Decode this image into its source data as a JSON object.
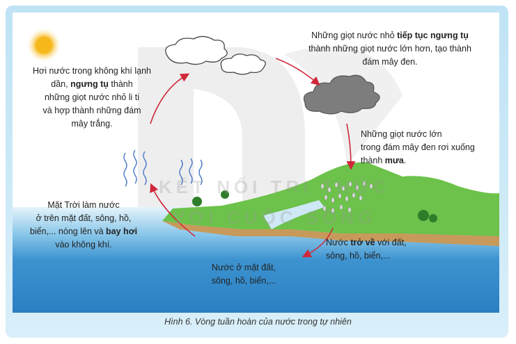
{
  "labels": {
    "condensation": [
      "Hơi nước trong không khí lạnh",
      "dần, ",
      "ngưng tụ",
      " thành",
      "những giọt nước nhỏ li ti",
      "và hợp thành những đám",
      "mây trắng."
    ],
    "dark_cloud": [
      "Những giọt nước nhỏ ",
      "tiếp tục ngưng tụ",
      "thành những giọt nước lớn hơn, tạo thành",
      "đám mây đen."
    ],
    "rain": [
      "Những giọt nước lớn",
      "trong đám mây đen rơi xuống",
      "thành ",
      "mưa",
      "."
    ],
    "evaporation": [
      "Mặt Trời làm nước",
      "ở trên mặt đất, sông, hồ,",
      "biển,... nóng lên và ",
      "bay hơi",
      "vào không khí."
    ],
    "return": [
      "Nước ",
      "trở về",
      " với đất,",
      "sông, hồ, biển,..."
    ],
    "surface_water": [
      "Nước ở mặt đất,",
      "sông, hồ, biển,..."
    ]
  },
  "caption": "Hình 6. Vòng tuần hoàn của nước trong tự nhiên",
  "watermark": [
    "KẾT NỐI TRI THỨC",
    "VỚI CUỘC SỐNG"
  ],
  "colors": {
    "arrow": "#d0283a",
    "sea": "#2a86c8",
    "land": "#6cc24a",
    "frame": "#bfe3f5",
    "sun": "#f7b81c"
  }
}
